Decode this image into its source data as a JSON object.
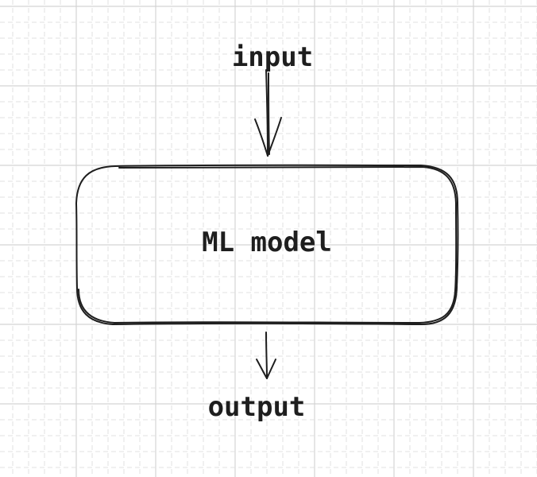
{
  "diagram": {
    "input_label": "input",
    "node_label": "ML model",
    "output_label": "output",
    "stroke_color": "#1e1e1e",
    "background_color": "#ffffff",
    "grid": {
      "minor_color": "#e0e0e0",
      "major_color": "#d4d4d4"
    }
  }
}
